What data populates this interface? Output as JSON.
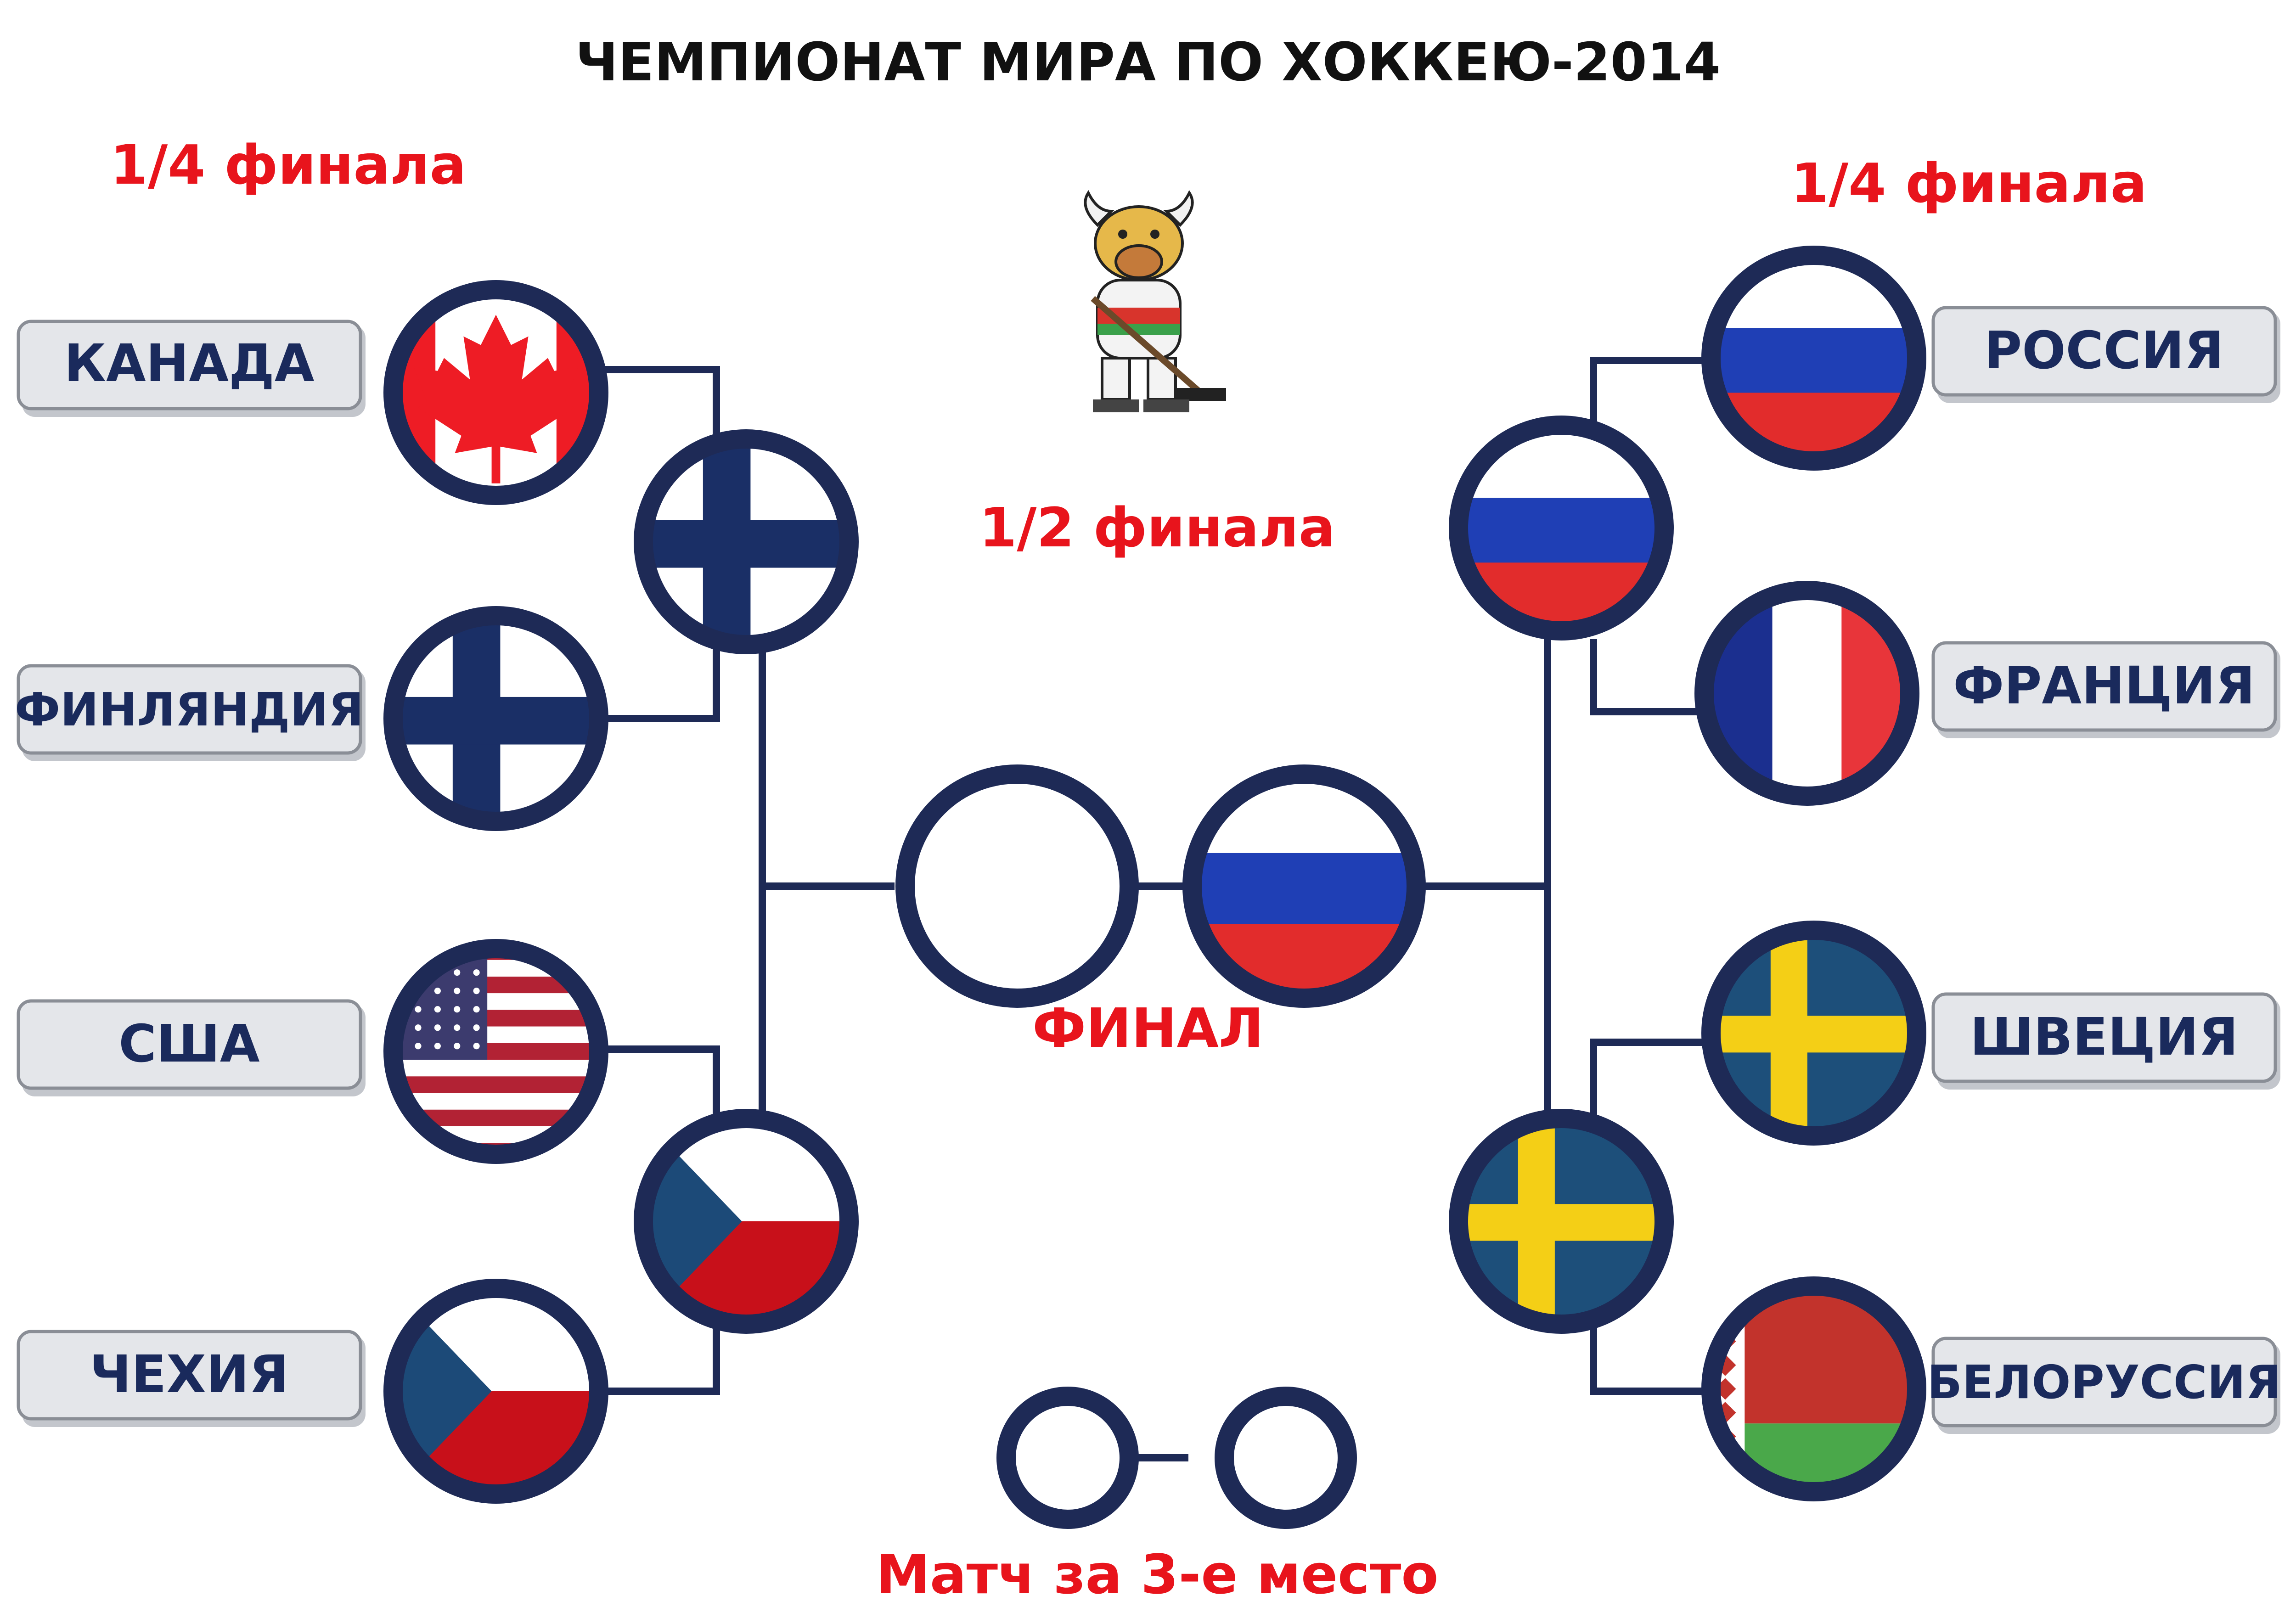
{
  "title": "ЧЕМПИОНАТ МИРА ПО ХОККЕЮ-2014",
  "rounds": {
    "quarter_left": "1/4 финала",
    "quarter_right": "1/4 финала",
    "semi": "1/2 финала",
    "final": "ФИНАЛ",
    "third_place": "Матч за 3-е место"
  },
  "mascot": {
    "name": "bison-hockey-mascot-icon"
  },
  "teams": {
    "canada": "КАНАДА",
    "finland": "ФИНЛЯНДИЯ",
    "usa": "США",
    "czech": "ЧЕХИЯ",
    "russia": "РОССИЯ",
    "france": "ФРАНЦИЯ",
    "sweden": "ШВЕЦИЯ",
    "belarus": "БЕЛОРУССИЯ"
  },
  "bracket": {
    "quarterfinals_left": [
      {
        "team": "КАНАДА",
        "flag": "canada"
      },
      {
        "team": "ФИНЛЯНДИЯ",
        "flag": "finland"
      },
      {
        "team": "США",
        "flag": "usa"
      },
      {
        "team": "ЧЕХИЯ",
        "flag": "czech"
      }
    ],
    "quarterfinals_right": [
      {
        "team": "РОССИЯ",
        "flag": "russia"
      },
      {
        "team": "ФРАНЦИЯ",
        "flag": "france"
      },
      {
        "team": "ШВЕЦИЯ",
        "flag": "sweden"
      },
      {
        "team": "БЕЛОРУССИЯ",
        "flag": "belarus"
      }
    ],
    "semifinal_winners_left": [
      "finland",
      "czech"
    ],
    "semifinal_winners_right": [
      "russia",
      "sweden"
    ],
    "final": [
      "empty",
      "russia"
    ],
    "third_place": [
      "empty",
      "empty"
    ]
  },
  "colors": {
    "line": "#1e2a56",
    "round_label": "#e8141c",
    "team_label": "#1a2a5c",
    "russia": [
      "#ffffff",
      "#1f3fb5",
      "#e22c2c"
    ],
    "finland": [
      "#ffffff",
      "#1a2f66"
    ],
    "sweden": [
      "#1d4f7a",
      "#f4cf16"
    ],
    "czech": [
      "#ffffff",
      "#c8101a",
      "#1c4a78"
    ],
    "canada": [
      "#ee1c25",
      "#ffffff"
    ],
    "usa": [
      "#b22234",
      "#ffffff",
      "#3c3b6e"
    ],
    "france": [
      "#1b2f8f",
      "#ffffff",
      "#e8353a"
    ],
    "belarus": [
      "#c2332c",
      "#4aa84a",
      "#ffffff"
    ]
  }
}
